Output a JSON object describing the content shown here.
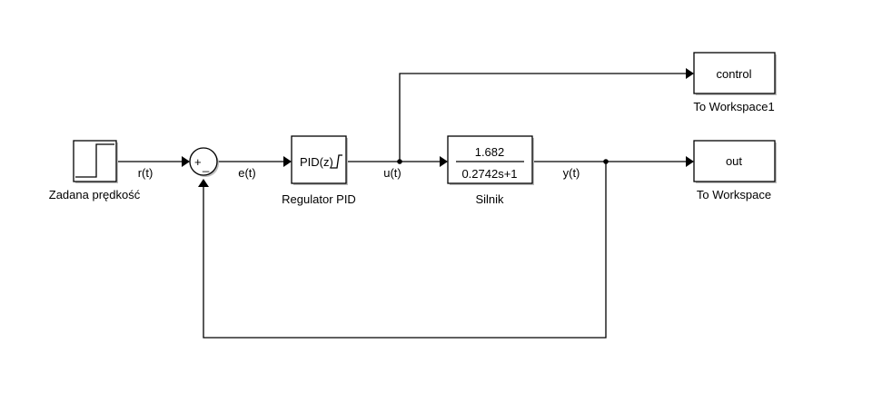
{
  "diagram": {
    "type": "simulink-block-diagram",
    "blocks": {
      "step": {
        "name": "Zadana prędkość",
        "icon": "step-icon"
      },
      "sum": {
        "signs": "+-",
        "plus": "+",
        "minus": "_"
      },
      "pid": {
        "content": "PID(z)",
        "name": "Regulator PID"
      },
      "plant": {
        "numerator": "1.682",
        "denominator": "0.2742s+1",
        "name": "Silnik"
      },
      "ws_control": {
        "content": "control",
        "name": "To Workspace1"
      },
      "ws_out": {
        "content": "out",
        "name": "To Workspace"
      }
    },
    "signals": {
      "r": "r(t)",
      "e": "e(t)",
      "u": "u(t)",
      "y": "y(t)"
    }
  }
}
